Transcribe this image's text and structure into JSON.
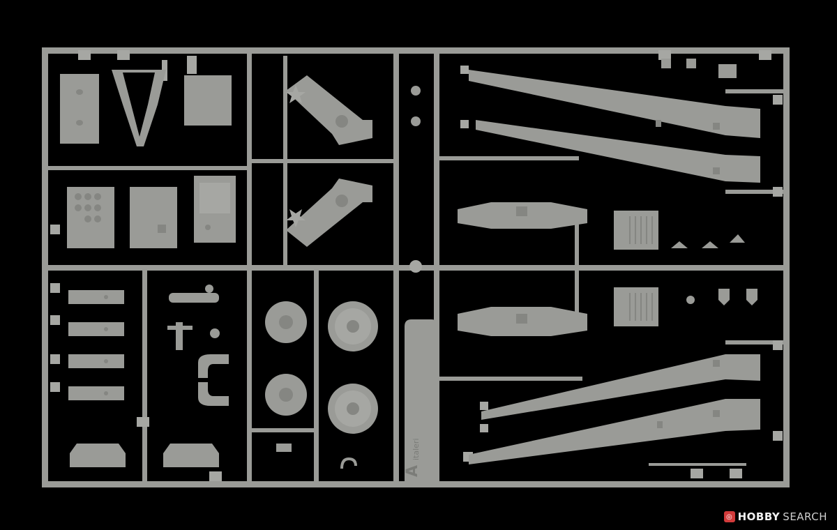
{
  "watermark": {
    "brand_primary": "HOBBY",
    "brand_secondary": "SEARCH",
    "badge_color": "#d23b3b"
  },
  "colors": {
    "background": "#000000",
    "plastic": "#9a9b97",
    "plastic_light": "#a6a7a3",
    "plastic_dark": "#858682"
  },
  "sprue": {
    "tag_letter": "A",
    "brand_mark": "italeri"
  }
}
